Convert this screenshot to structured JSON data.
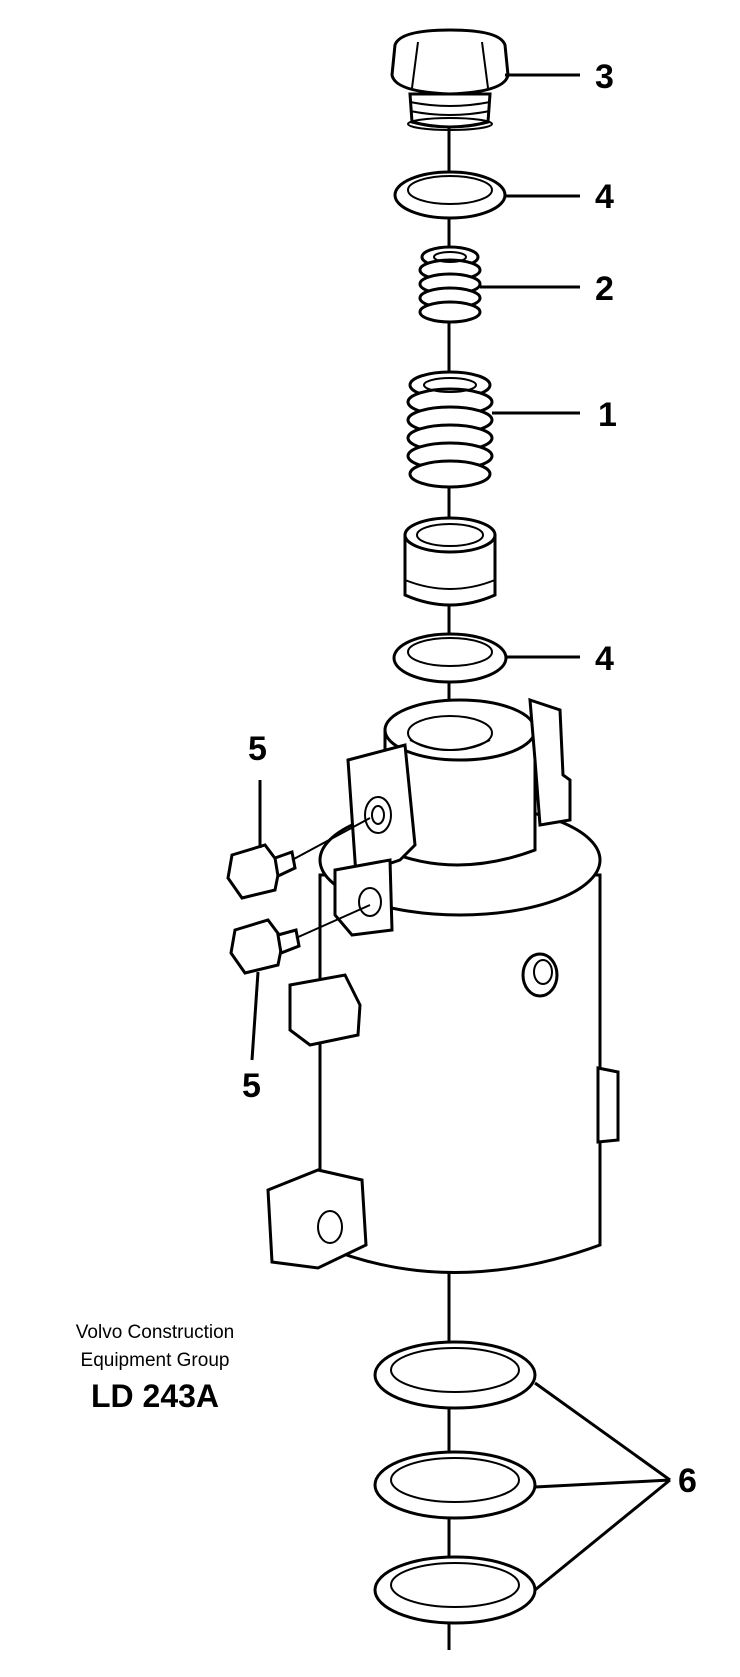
{
  "figure": {
    "credit_line_1": "Volvo Construction",
    "credit_line_2": "Equipment Group",
    "drawing_code": "LD 243A"
  },
  "callouts": [
    {
      "id": "plug",
      "label": "3"
    },
    {
      "id": "washer-top",
      "label": "4"
    },
    {
      "id": "spring-small",
      "label": "2"
    },
    {
      "id": "spring-large",
      "label": "1"
    },
    {
      "id": "washer-lower",
      "label": "4"
    },
    {
      "id": "screw-top",
      "label": "5"
    },
    {
      "id": "screw-bottom",
      "label": "5"
    },
    {
      "id": "seal-rings",
      "label": "6"
    }
  ],
  "colors": {
    "ink": "#000000",
    "paper": "#ffffff"
  }
}
